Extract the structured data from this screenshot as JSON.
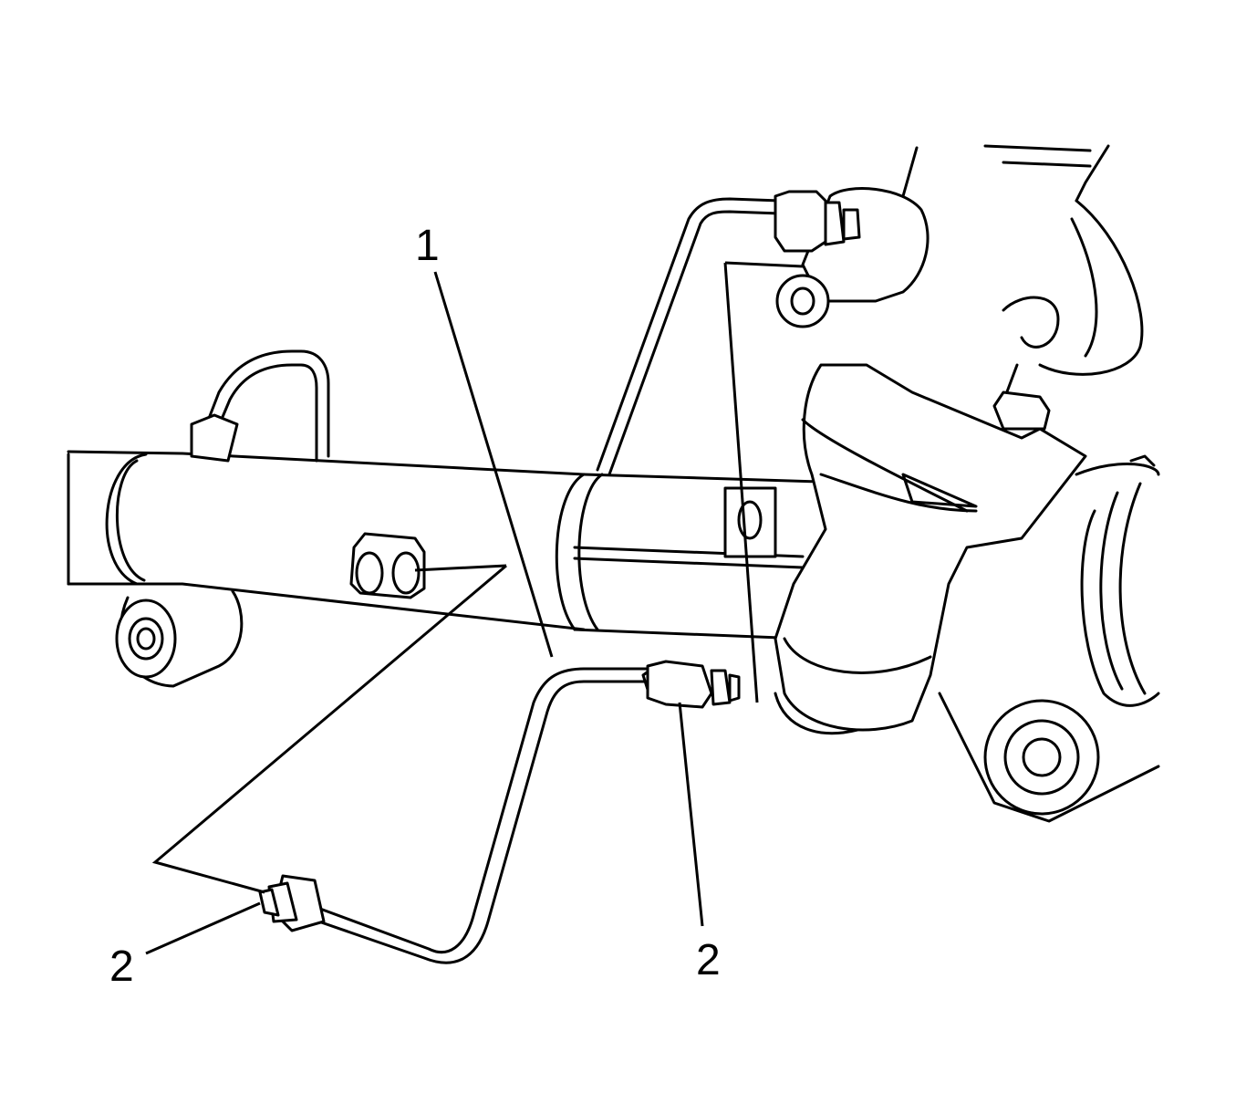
{
  "callouts": [
    {
      "id": "1",
      "label": "1"
    },
    {
      "id": "2a",
      "label": "2"
    },
    {
      "id": "2b",
      "label": "2"
    }
  ]
}
